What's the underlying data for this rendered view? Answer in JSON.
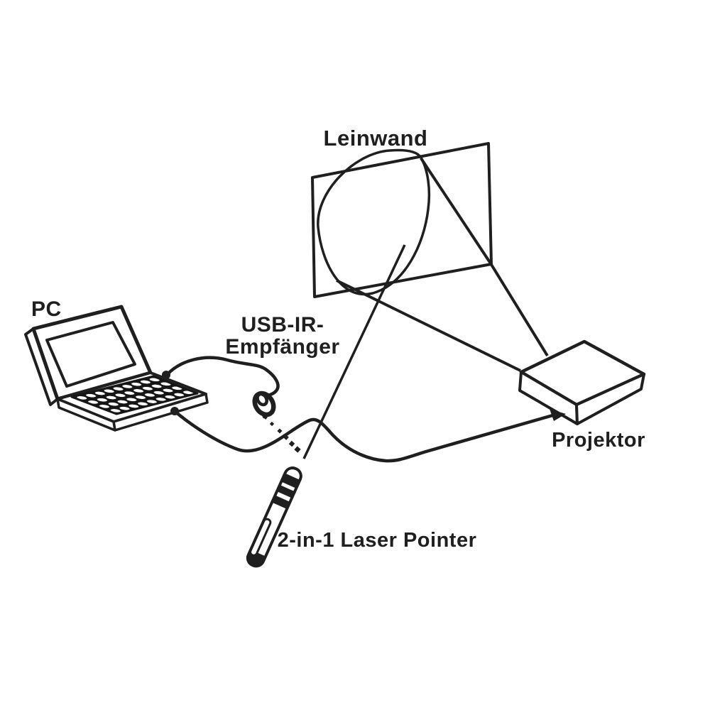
{
  "page": {
    "background_color": "#ffffff",
    "ink_color": "#1f1f1f"
  },
  "diagram": {
    "labels": {
      "pc": "PC",
      "screen": "Leinwand",
      "receiver_line1": "USB-IR-",
      "receiver_line2": "Empfänger",
      "laser_pointer": "2-in-1 Laser Pointer",
      "projector": "Projektor"
    }
  }
}
